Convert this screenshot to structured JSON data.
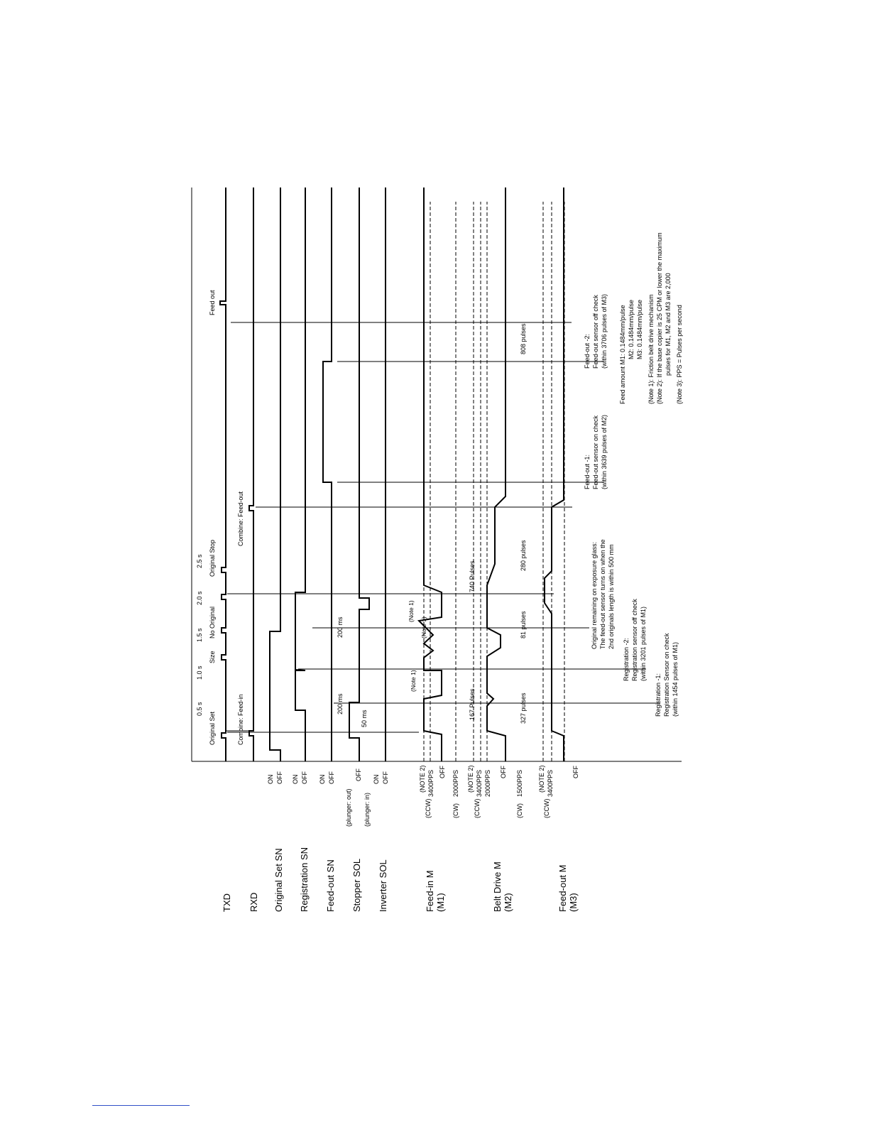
{
  "time_axis": [
    "0.5 s",
    "1.0 s",
    "1.5 s",
    "2.0 s",
    "2.5 s"
  ],
  "signals": [
    {
      "name": "TXD"
    },
    {
      "name": "RXD"
    },
    {
      "name": "Original Set SN",
      "states": [
        "ON",
        "OFF"
      ]
    },
    {
      "name": "Registration SN",
      "states": [
        "ON",
        "OFF"
      ]
    },
    {
      "name": "Feed-out SN",
      "states": [
        "ON",
        "OFF"
      ]
    },
    {
      "name": "Stopper SOL",
      "states": [
        "(plunger: out)",
        "OFF",
        "(plunger: in)"
      ]
    },
    {
      "name": "Inverter SOL",
      "states": [
        "ON",
        "OFF"
      ]
    }
  ],
  "motors": [
    {
      "name": "Feed-in M",
      "id": "(M1)",
      "rows": [
        {
          "dir": "(CCW)",
          "val": "(NOTE 2)",
          "speed": "3400PPS"
        },
        {
          "dir": "",
          "val": "OFF",
          "speed": ""
        },
        {
          "dir": "(CW)",
          "val": "2000PPS",
          "speed": ""
        }
      ]
    },
    {
      "name": "Belt Drive M",
      "id": "(M2)",
      "rows": [
        {
          "dir": "(CCW)",
          "val": "(NOTE 2)",
          "speed": "3400PPS"
        },
        {
          "dir": "",
          "val": "2000PPS",
          "speed": ""
        },
        {
          "dir": "",
          "val": "OFF",
          "speed": ""
        },
        {
          "dir": "(CW)",
          "val": "1500PPS",
          "speed": ""
        }
      ]
    },
    {
      "name": "Feed-out M",
      "id": "(M3)",
      "rows": [
        {
          "dir": "(CCW)",
          "val": "(NOTE 2)",
          "speed": "3400PPS"
        },
        {
          "dir": "",
          "val": "OFF",
          "speed": ""
        }
      ]
    }
  ],
  "txd_labels": {
    "original_set": "Original Set",
    "size": "Size",
    "no_original": "No Original",
    "original_stop": "Original Stop",
    "feed_out": "Feed out"
  },
  "rxd_labels": {
    "combine_feed_in": "Combine: Feed-in",
    "combine_feed_out": "Combine: Feed-out"
  },
  "timing_labels": {
    "ms200_a": "200 ms",
    "ms50": "50 ms",
    "ms200_b": "200 ms",
    "note1_a": "(Note 1)",
    "note1_b": "(Note 1)",
    "note1_c": "(Note 1)",
    "p167": "167 Pulses",
    "p327": "327 pulses",
    "p81": "81 pulses",
    "p740": "740 Pulses",
    "p280": "280 pulses",
    "p808": "808 pulses"
  },
  "annotations": {
    "reg1": [
      "Registration -1:",
      "Registration Sensor on check",
      "(within 1454 pulses of M1)"
    ],
    "reg2": [
      "Registration -2:",
      "Registration sensor off check",
      "(within 3201 pulses of M1)"
    ],
    "orig_remaining": [
      "Original remaining on exposure glass:",
      "The feed-out sensor turns on when the",
      "2nd originals length is within 500 mm"
    ],
    "feedout1": [
      "Feed-out -1:",
      "Feed-out sensor on check",
      "(within 3639 pulses of M2)"
    ],
    "feedout2": [
      "Feed-out -2:",
      "Feed-out sensor off check",
      "(within 3706 pulses of M3)"
    ]
  },
  "notes": {
    "feed_amount": [
      "Feed amount M1: 0.1484mm/pulse",
      "M2: 0.1484mm/pulse",
      "M3: 0.1484mm/pulse"
    ],
    "note1": "(Note 1): Friction belt drive mechanism",
    "note2": [
      "(Note 2): If the base copier is 25 CPM or lower the maximum",
      "pulses for M1, M2 and M3 are 2,000"
    ],
    "note3": "(Note 3): PPS = Pulses per second"
  }
}
